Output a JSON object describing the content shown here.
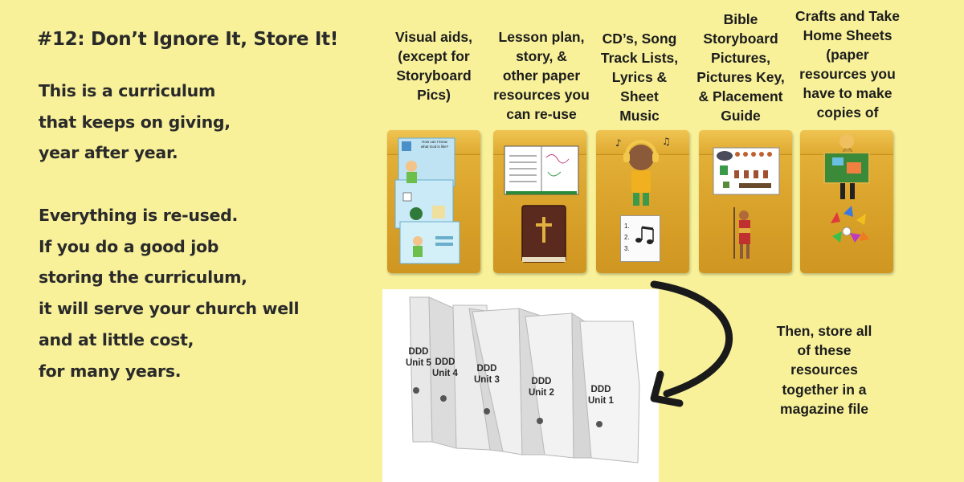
{
  "heading": "#12: Don’t Ignore It, Store It!",
  "paragraph1": [
    "This is a curriculum",
    "that keeps on giving,",
    "year after year."
  ],
  "paragraph2": [
    "Everything is re-used.",
    "If you do a good job",
    "storing the curriculum,",
    "it will serve your church well",
    "and at little cost,",
    "for many years."
  ],
  "columns": [
    {
      "lines": [
        "Visual aids,",
        "(except for",
        "Storyboard",
        "Pics)"
      ]
    },
    {
      "lines": [
        "Lesson plan,",
        "story, &",
        "other paper",
        "resources you",
        "can re-use"
      ]
    },
    {
      "lines": [
        "CD’s, Song",
        "Track Lists,",
        "Lyrics &",
        "Sheet",
        "Music"
      ]
    },
    {
      "lines": [
        "Bible",
        "Storyboard",
        "Pictures,",
        "Pictures Key,",
        "& Placement",
        "Guide"
      ]
    },
    {
      "lines": [
        "Crafts and Take",
        "Home Sheets",
        "(paper",
        "resources you",
        "have to make",
        "copies of"
      ]
    }
  ],
  "then_text": [
    "Then, store all",
    "of these",
    "resources",
    "together in a",
    "magazine file"
  ],
  "files": [
    {
      "label": [
        "DDD",
        "Unit 5"
      ]
    },
    {
      "label": [
        "DDD",
        "Unit 4"
      ]
    },
    {
      "label": [
        "DDD",
        "Unit 3"
      ]
    },
    {
      "label": [
        "DDD",
        "Unit 2"
      ]
    },
    {
      "label": [
        "DDD",
        "Unit 1"
      ]
    }
  ],
  "envelope1_text": [
    "How can I know",
    "what God is like?"
  ],
  "sheet_list": [
    "1.",
    "2.",
    "3."
  ],
  "colors": {
    "background": "#f8f19a",
    "envelope": "#dba52d",
    "text": "#2a2a2a",
    "arrow": "#1a1a1a"
  }
}
